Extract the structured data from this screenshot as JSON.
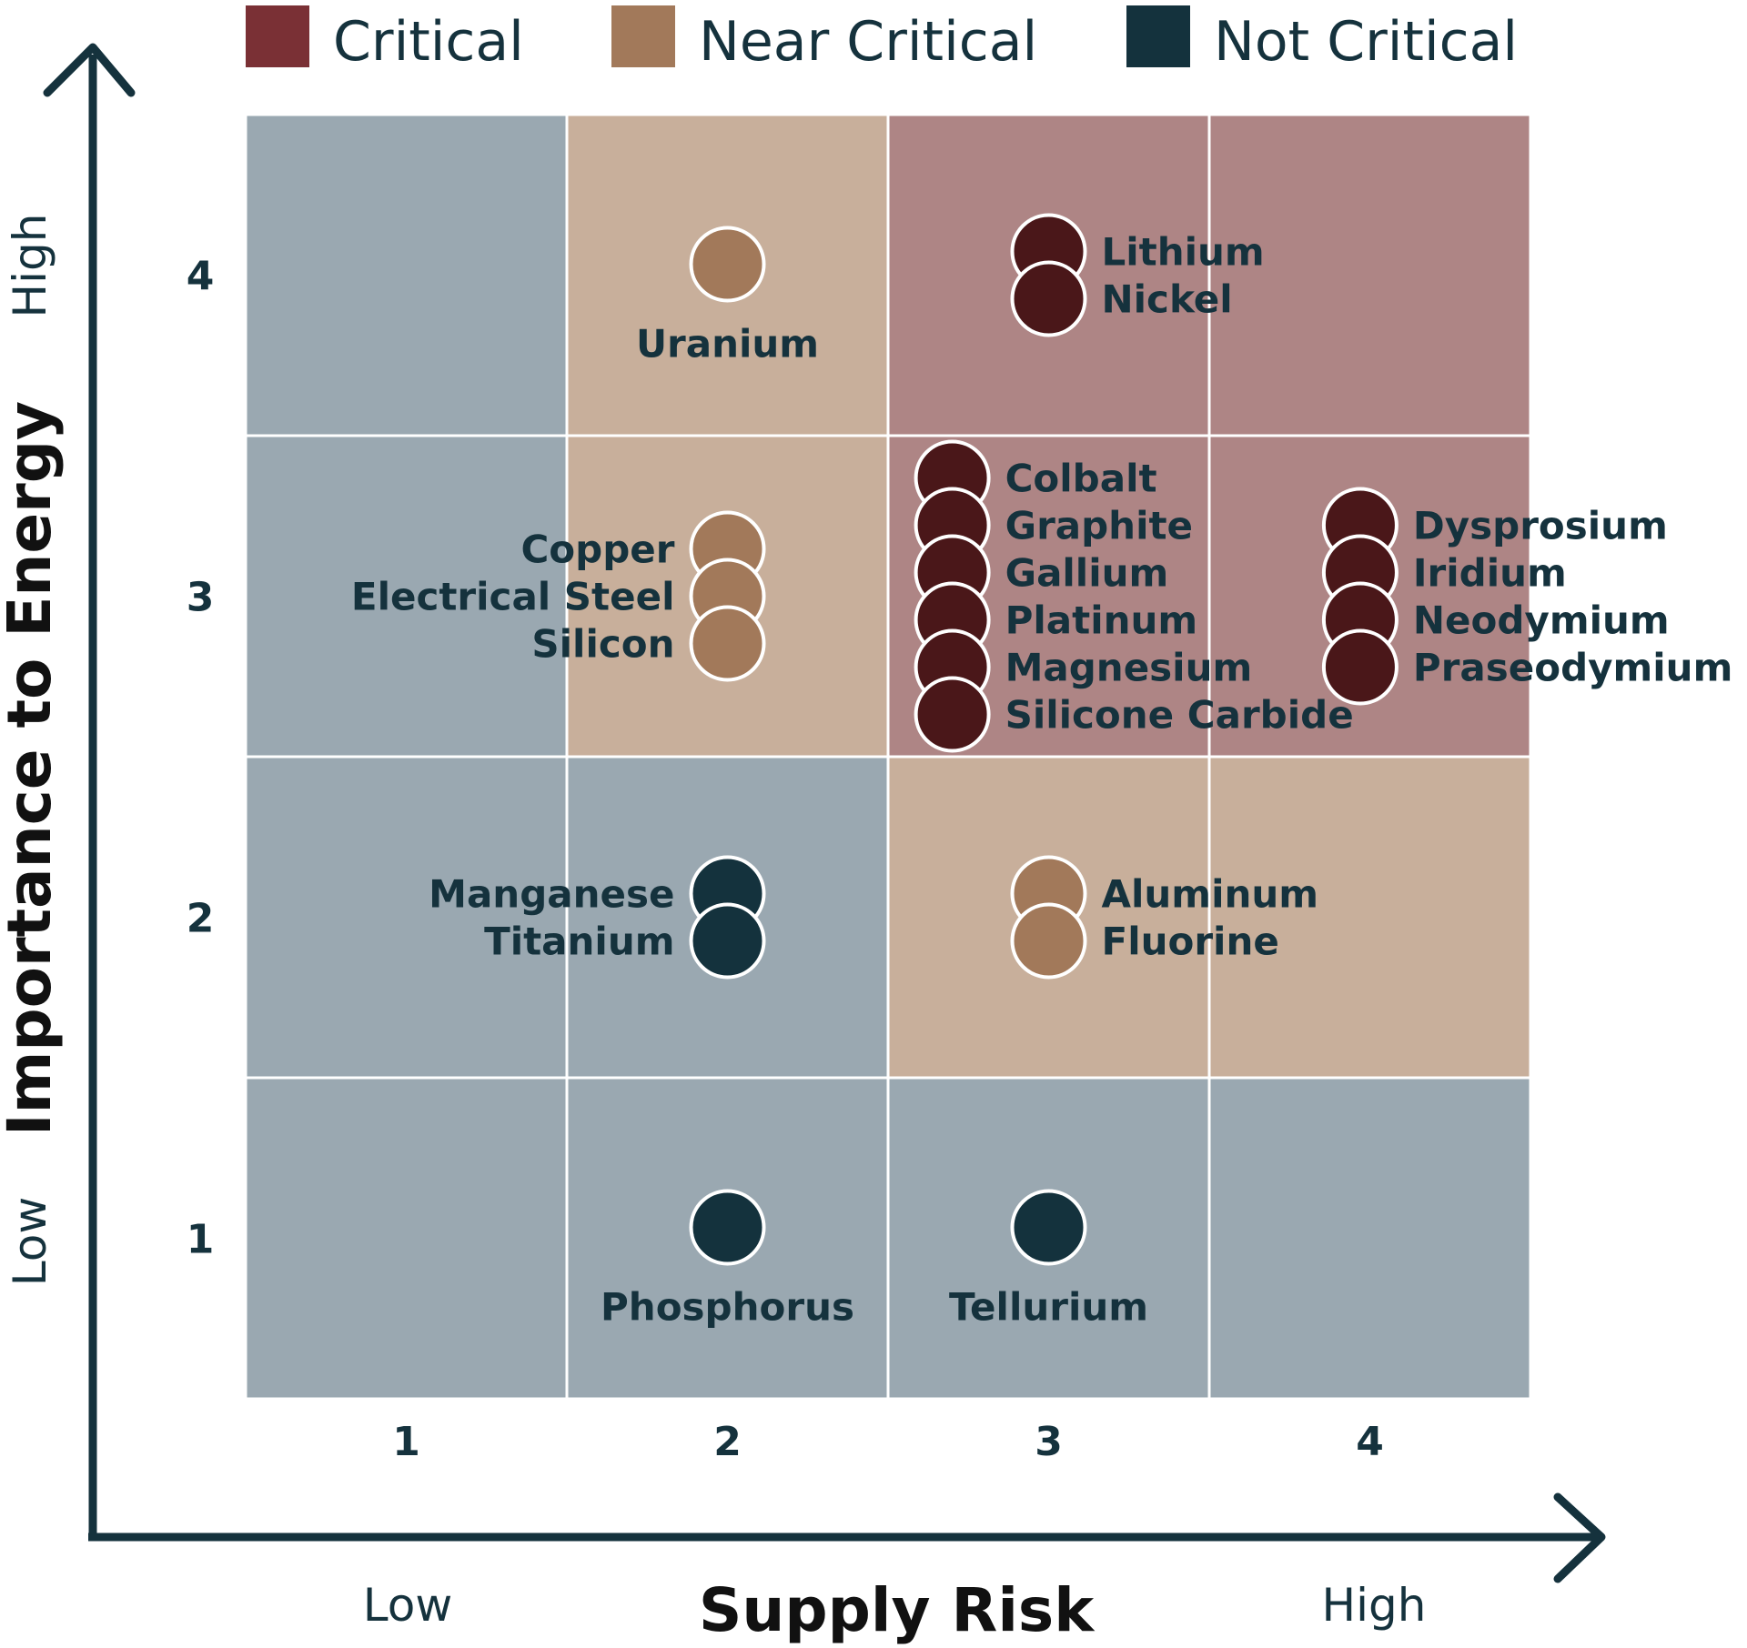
{
  "chart_data": {
    "type": "scatter",
    "xlabel": "Supply Risk",
    "ylabel": "Importance to Energy",
    "x_low_label": "Low",
    "x_high_label": "High",
    "y_low_label": "Low",
    "y_high_label": "High",
    "x_ticks": [
      "1",
      "2",
      "3",
      "4"
    ],
    "y_ticks": [
      "1",
      "2",
      "3",
      "4"
    ],
    "xlim": [
      0.5,
      4.5
    ],
    "ylim": [
      0.5,
      4.5
    ],
    "grid": true,
    "legend_position": "top",
    "legend": [
      {
        "name": "Critical",
        "color": "#7a3035"
      },
      {
        "name": "Near Critical",
        "color": "#a2795a"
      },
      {
        "name": "Not Critical",
        "color": "#14323d"
      }
    ],
    "zone_colors": {
      "Critical": "#ae8585",
      "Near Critical": "#c8af9b",
      "Not Critical": "#9aa8b1"
    },
    "zones": [
      {
        "x": 1,
        "y": 4,
        "category": "Not Critical"
      },
      {
        "x": 2,
        "y": 4,
        "category": "Near Critical"
      },
      {
        "x": 3,
        "y": 4,
        "category": "Critical"
      },
      {
        "x": 4,
        "y": 4,
        "category": "Critical"
      },
      {
        "x": 1,
        "y": 3,
        "category": "Not Critical"
      },
      {
        "x": 2,
        "y": 3,
        "category": "Near Critical"
      },
      {
        "x": 3,
        "y": 3,
        "category": "Critical"
      },
      {
        "x": 4,
        "y": 3,
        "category": "Critical"
      },
      {
        "x": 1,
        "y": 2,
        "category": "Not Critical"
      },
      {
        "x": 2,
        "y": 2,
        "category": "Not Critical"
      },
      {
        "x": 3,
        "y": 2,
        "category": "Near Critical"
      },
      {
        "x": 4,
        "y": 2,
        "category": "Near Critical"
      },
      {
        "x": 1,
        "y": 1,
        "category": "Not Critical"
      },
      {
        "x": 2,
        "y": 1,
        "category": "Not Critical"
      },
      {
        "x": 3,
        "y": 1,
        "category": "Not Critical"
      },
      {
        "x": 4,
        "y": 1,
        "category": "Not Critical"
      }
    ],
    "point_colors": {
      "Critical": "#4a1719",
      "Near Critical": "#a2795a",
      "Not Critical": "#14323d"
    },
    "groups": [
      {
        "x": 2,
        "y": 4,
        "category": "Near Critical",
        "label_side": "below",
        "items": [
          "Uranium"
        ]
      },
      {
        "x": 3,
        "y": 4,
        "category": "Critical",
        "label_side": "right",
        "items": [
          "Lithium",
          "Nickel"
        ]
      },
      {
        "x": 2,
        "y": 3,
        "category": "Near Critical",
        "label_side": "left",
        "items": [
          "Copper",
          "Electrical Steel",
          "Silicon"
        ]
      },
      {
        "x": 2.7,
        "y": 3,
        "category": "Critical",
        "label_side": "right",
        "items": [
          "Colbalt",
          "Graphite",
          "Gallium",
          "Platinum",
          "Magnesium",
          "Silicone Carbide"
        ]
      },
      {
        "x": 3.97,
        "y": 3,
        "category": "Critical",
        "label_side": "right",
        "items": [
          "Dysprosium",
          "Iridium",
          "Neodymium",
          "Praseodymium"
        ]
      },
      {
        "x": 2,
        "y": 2,
        "category": "Not Critical",
        "label_side": "left",
        "items": [
          "Manganese",
          "Titanium"
        ]
      },
      {
        "x": 3,
        "y": 2,
        "category": "Near Critical",
        "label_side": "right",
        "items": [
          "Aluminum",
          "Fluorine"
        ]
      },
      {
        "x": 2,
        "y": 1,
        "category": "Not Critical",
        "label_side": "below",
        "items": [
          "Phosphorus"
        ]
      },
      {
        "x": 3,
        "y": 1,
        "category": "Not Critical",
        "label_side": "below",
        "items": [
          "Tellurium"
        ]
      }
    ]
  }
}
